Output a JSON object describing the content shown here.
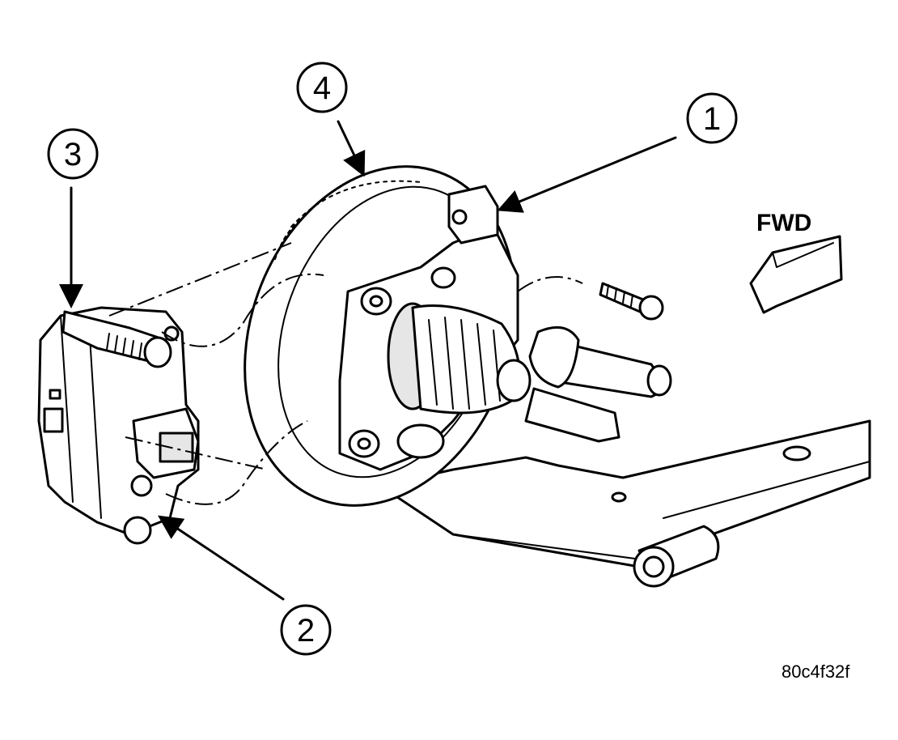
{
  "callouts": [
    {
      "id": "callout-1",
      "label": "1"
    },
    {
      "id": "callout-2",
      "label": "2"
    },
    {
      "id": "callout-3",
      "label": "3"
    },
    {
      "id": "callout-4",
      "label": "4"
    }
  ],
  "direction_label": "FWD",
  "figure_id": "80c4f32f"
}
